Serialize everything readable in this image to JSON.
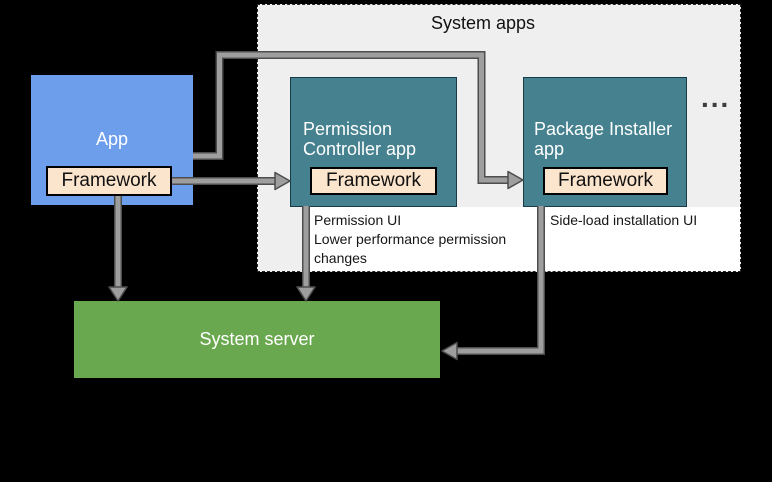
{
  "title": "System apps",
  "app": {
    "label": "App",
    "framework": "Framework"
  },
  "permission_controller": {
    "label": "Permission Controller app",
    "framework": "Framework"
  },
  "package_installer": {
    "label": "Package Installer app",
    "framework": "Framework"
  },
  "notes": {
    "permission": {
      "line1": "Permission UI",
      "line2": "Lower performance permission changes"
    },
    "sideload": "Side-load installation UI"
  },
  "system_server": {
    "label": "System server"
  },
  "more_indicator": "...",
  "colors": {
    "background": "#000000",
    "container_gray": "#efefef",
    "note_background": "#ffffff",
    "app_blue": "#6d9eeb",
    "system_app_teal": "#45818e",
    "framework_peach": "#fce5cd",
    "system_server_green": "#6aa84f",
    "connector_gray": "#9e9e9e",
    "connector_edge": "#4d4d4d"
  }
}
